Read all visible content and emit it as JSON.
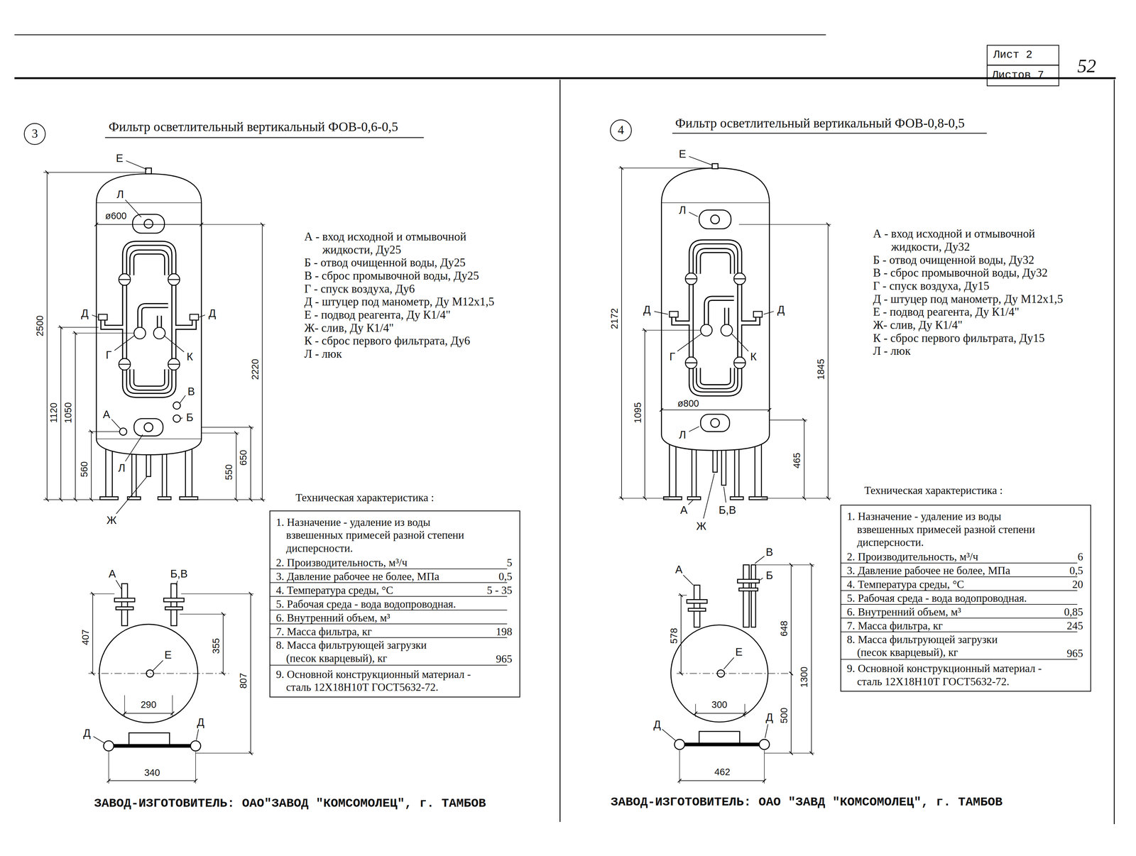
{
  "diagram": {
    "nodes": [
      {
        "text": [
          "3"
        ]
      },
      {
        "text": [
          "4"
        ]
      },
      {
        "text": [
          "Лист 2",
          "Листов 7"
        ]
      },
      {
        "text": [
          "1. Назначение - удаление из воды взвешенных примесей разной степени дисперсности.",
          "2. Производительность, м³/ч",
          "5",
          "3. Давление рабочее не более, МПа",
          "0,5",
          "4. Температура среды, °С",
          "5 - 35",
          "5. Рабочая среда - вода водопроводная.",
          "6. Внутренний объем, м³",
          "7. Масса фильтра, кг",
          "198",
          "8. Масса фильтрующей загрузки (песок кварцевый), кг",
          "965",
          "9. Основной конструкционный материал - сталь 12Х18Н10Т ГОСТ5632-72."
        ]
      },
      {
        "text": [
          "1. Назначение - удаление из воды взвешенных примесей разной степени дисперсности.",
          "2. Производительность, м³/ч",
          "6",
          "3. Давление рабочее не более, МПа",
          "0,5",
          "4. Температура среды, °С",
          "20",
          "5. Рабочая среда - вода водопроводная.",
          "6. Внутренний объем, м³",
          "0,85",
          "7. Масса фильтра, кг",
          "245",
          "8. Масса фильтрующей загрузки (песок кварцевый), кг",
          "965",
          "9. Основной конструкционный материал - сталь 12Х18Н10Т ГОСТ5632-72."
        ]
      }
    ],
    "labels": [
      "Фильтр осветлительный вертикальный ФОВ-0,6-0,5",
      "А - вход исходной и отмывочной жидкости, Ду25",
      "Б - отвод очищенной воды, Ду25",
      "В - сброс промывочной воды, Ду25",
      "Г - спуск воздуха, Ду6",
      "Д - штуцер под манометр, Ду М12х1,5",
      "Е - подвод реагента, Ду К1/4\"",
      "Ж- слив, Ду К1/4\"",
      "К - сброс первого фильтрата, Ду6",
      "Л - люк",
      "Е",
      "Л",
      "ø600",
      "Д",
      "Д",
      "Г",
      "К",
      "В",
      "А",
      "Б",
      "Л",
      "Ж",
      "2500",
      "1120",
      "1050",
      "560",
      "2220",
      "650",
      "550",
      "А",
      "Б,В",
      "407",
      "355",
      "807",
      "Е",
      "290",
      "Д",
      "Д",
      "340",
      "Техническая характеристика :",
      "ЗАВОД-ИЗГОТОВИТЕЛЬ: ОАО\"ЗАВОД \"КОМСОМОЛЕЦ\", г. ТАМБОВ",
      "Фильтр осветлительный вертикальный ФОВ-0,8-0,5",
      "А - вход исходной и отмывочной жидкости, Ду32",
      "Б - отвод очищенной воды, Ду32",
      "В - сброс промывочной воды, Ду32",
      "Г - спуск воздуха, Ду15",
      "Д - штуцер под манометр, Ду М12х1,5",
      "Е - подвод реагента, Ду К1/4\"",
      "Ж- слив, Ду К1/4\"",
      "К - сброс первого фильтрата, Ду15",
      "Л - люк",
      "Е",
      "Л",
      "Д",
      "Д",
      "Г",
      "К",
      "ø800",
      "Л",
      "А",
      "Б,В",
      "Ж",
      "2172",
      "1095",
      "1845",
      "465",
      "А",
      "В",
      "Б",
      "578",
      "648",
      "1300",
      "500",
      "Е",
      "300",
      "Д",
      "Д",
      "462",
      "Техническая характеристика :",
      "ЗАВОД-ИЗГОТОВИТЕЛЬ: ОАО \"ЗАВД \"КОМСОМОЛЕЦ\", г. ТАМБОВ",
      "52"
    ]
  }
}
